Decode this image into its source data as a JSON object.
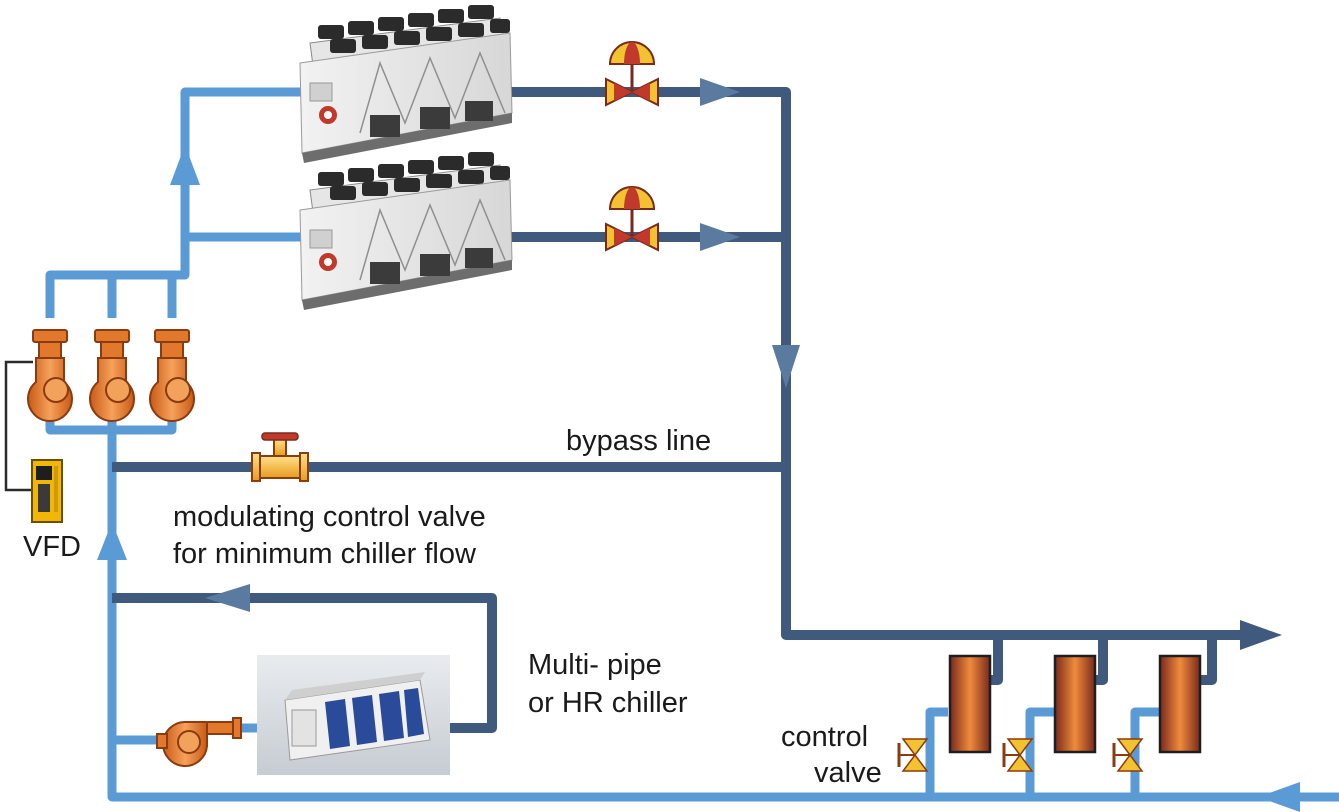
{
  "labels": {
    "bypass": "bypass line",
    "modulating_line1": "modulating control valve",
    "modulating_line2": "for minimum chiller flow",
    "vfd": "VFD",
    "multipipe_line1": "Multi- pipe",
    "multipipe_line2": "or HR chiller",
    "control_valve_line1": "control",
    "control_valve_line2": "valve"
  },
  "colors": {
    "supply_pipe": "#3f5a7d",
    "return_pipe": "#5b9bd5",
    "pump_orange": "#ed7d31",
    "coil_fill": "#b5532d",
    "valve_yellow": "#f2c230",
    "valve_red": "#c0392b",
    "vfd_yellow": "#f2b705"
  },
  "icons": [
    "chiller-unit-icon",
    "pump-icon",
    "vfd-icon",
    "butterfly-valve-icon",
    "gate-valve-icon",
    "control-valve-icon",
    "cooling-coil-icon",
    "flow-arrow-icon"
  ]
}
